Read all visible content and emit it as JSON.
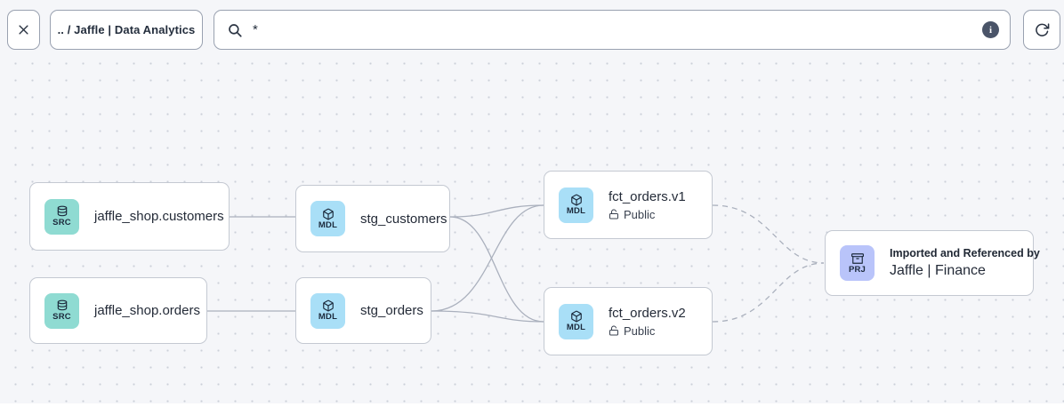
{
  "toolbar": {
    "close": {
      "icon": "close-icon"
    },
    "breadcrumb": ".. / Jaffle | Data Analytics",
    "search": {
      "icon": "search-icon",
      "value": "*",
      "info_icon": "info-icon",
      "info_glyph": "i"
    },
    "refresh": {
      "icon": "refresh-cw-icon"
    }
  },
  "colors": {
    "canvas_bg": "#f5f6f9",
    "dot": "#ccd0d9",
    "edge": "#aab0bd",
    "node_border": "#c4c9d2",
    "src_badge": "#8fdbd2",
    "mdl_badge": "#a9dff7",
    "prj_badge": "#b9c4fa",
    "info_circle": "#4a5468"
  },
  "graph": {
    "nodes": [
      {
        "id": "jaffle_shop.customers",
        "badge": "SRC",
        "icon": "database-icon",
        "label": "jaffle_shop.customers"
      },
      {
        "id": "jaffle_shop.orders",
        "badge": "SRC",
        "icon": "database-icon",
        "label": "jaffle_shop.orders"
      },
      {
        "id": "stg_customers",
        "badge": "MDL",
        "icon": "cube-icon",
        "label": "stg_customers"
      },
      {
        "id": "stg_orders",
        "badge": "MDL",
        "icon": "cube-icon",
        "label": "stg_orders"
      },
      {
        "id": "fct_orders.v1",
        "badge": "MDL",
        "icon": "cube-icon",
        "label": "fct_orders.v1",
        "access": "Public",
        "access_icon": "lock-open-icon"
      },
      {
        "id": "fct_orders.v2",
        "badge": "MDL",
        "icon": "cube-icon",
        "label": "fct_orders.v2",
        "access": "Public",
        "access_icon": "lock-open-icon"
      },
      {
        "id": "jaffle_finance",
        "badge": "PRJ",
        "icon": "archive-icon",
        "sublabel": "Imported and Referenced by",
        "label": "Jaffle | Finance"
      }
    ],
    "edges": [
      {
        "from": "jaffle_shop.customers",
        "to": "stg_customers",
        "style": "solid"
      },
      {
        "from": "jaffle_shop.orders",
        "to": "stg_orders",
        "style": "solid"
      },
      {
        "from": "stg_customers",
        "to": "fct_orders.v1",
        "style": "solid"
      },
      {
        "from": "stg_customers",
        "to": "fct_orders.v2",
        "style": "solid"
      },
      {
        "from": "stg_orders",
        "to": "fct_orders.v1",
        "style": "solid"
      },
      {
        "from": "stg_orders",
        "to": "fct_orders.v2",
        "style": "solid"
      },
      {
        "from": "fct_orders.v1",
        "to": "jaffle_finance",
        "style": "dashed"
      },
      {
        "from": "fct_orders.v2",
        "to": "jaffle_finance",
        "style": "dashed"
      }
    ]
  }
}
